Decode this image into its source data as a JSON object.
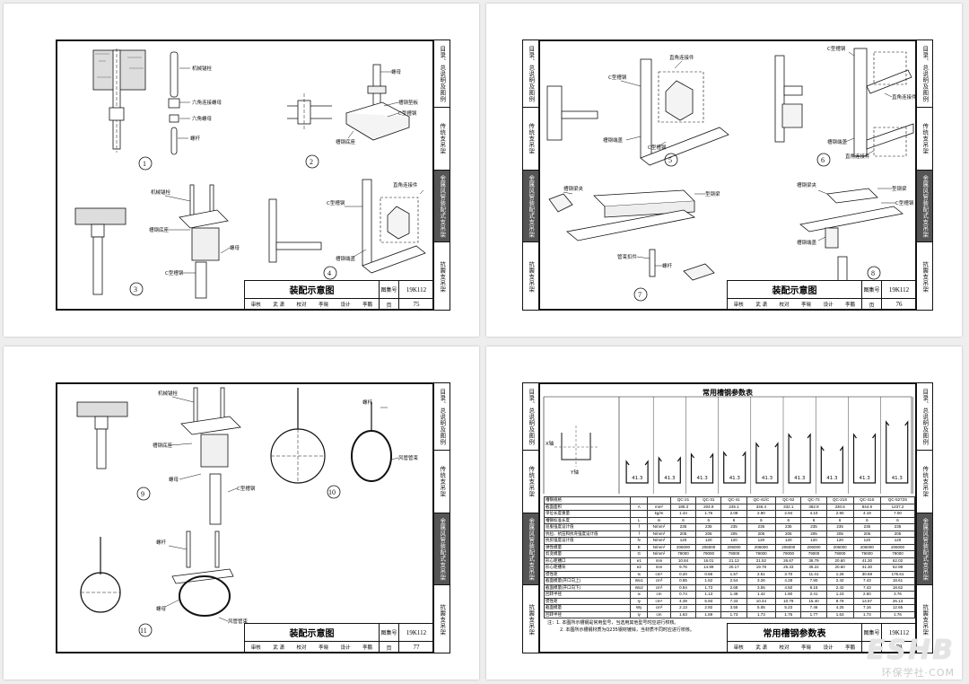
{
  "tabs": [
    "目录、总说明及图例",
    "传统支吊架",
    "金属风管装配式支吊架",
    "抗震支吊架"
  ],
  "pages": [
    {
      "title": "装配示意图",
      "atlas_label": "图集号",
      "atlas_no": "19K112",
      "page_label": "页",
      "page_no": "75",
      "signature": [
        "审核",
        "武 潇",
        "校对",
        "李晓",
        "设计",
        "李鹏"
      ],
      "labels": [
        "机械锚栓",
        "六角连接螺母",
        "六角螺母",
        "螺杆",
        "螺母",
        "槽钢垫板",
        "槽钢底座",
        "C型槽钢",
        "直角连接件",
        "C型槽钢",
        "槽钢端盖",
        "机械锚栓",
        "槽钢底座",
        "螺母",
        "C型槽钢"
      ],
      "numbers": [
        "1",
        "2",
        "3",
        "4"
      ]
    },
    {
      "title": "装配示意图",
      "atlas_label": "图集号",
      "atlas_no": "19K112",
      "page_label": "页",
      "page_no": "76",
      "signature": [
        "审核",
        "武 潇",
        "校对",
        "李晓",
        "设计",
        "李鹏"
      ],
      "labels": [
        "直角连接件",
        "C型槽钢",
        "槽钢端盖",
        "C型槽钢",
        "C型槽钢",
        "直角连接件",
        "槽钢端盖",
        "直角连接件",
        "槽钢梁夹",
        "型钢梁",
        "槽钢梁夹",
        "型钢梁",
        "C型槽钢",
        "管束扣件",
        "螺杆",
        "槽钢端盖"
      ],
      "numbers": [
        "5",
        "6",
        "7",
        "8"
      ]
    },
    {
      "title": "装配示意图",
      "atlas_label": "图集号",
      "atlas_no": "19K112",
      "page_label": "页",
      "page_no": "77",
      "signature": [
        "审核",
        "武 潇",
        "校对",
        "李晓",
        "设计",
        "李鹏"
      ],
      "labels": [
        "机械锚栓",
        "槽钢底座",
        "螺母",
        "C型槽钢",
        "螺杆",
        "风管管束",
        "螺杆",
        "螺母",
        "风管管束"
      ],
      "numbers": [
        "9",
        "10",
        "11"
      ]
    },
    {
      "title": "常用槽钢参数表",
      "atlas_label": "图集号",
      "atlas_no": "19K112",
      "page_label": "页",
      "page_no": "78",
      "signature": [
        "审核",
        "武 潇",
        "校对",
        "李晓",
        "设计",
        "李鹏"
      ],
      "table_title": "常用槽钢参数表",
      "columns": [
        "槽钢规格",
        "",
        "",
        "QC-21",
        "QC-31",
        "QC-41",
        "QC-41/C",
        "QC-52",
        "QC-72",
        "QC-21S",
        "QC-41S",
        "QC-5272S"
      ],
      "rows": [
        [
          "截面面积",
          "A",
          "mm²",
          "185.3",
          "204.9",
          "245.1",
          "346.4",
          "332.1",
          "482.8",
          "330.6",
          "844.9",
          "1237.2"
        ],
        [
          "单位长度重量",
          "",
          "kg/m",
          "1.44",
          "1.76",
          "2.08",
          "2.90",
          "2.94",
          "4.10",
          "2.90",
          "4.19",
          "7.00"
        ],
        [
          "槽钢标准长度",
          "L",
          "m",
          "6",
          "6",
          "6",
          "6",
          "6",
          "6",
          "6",
          "6",
          "6"
        ],
        [
          "屈服强度设计值",
          "f",
          "N/mm²",
          "235",
          "235",
          "235",
          "235",
          "235",
          "235",
          "235",
          "235",
          "235"
        ],
        [
          "抗拉、抗压和抗弯强度设计值",
          "f",
          "N/mm²",
          "205",
          "205",
          "205",
          "205",
          "205",
          "205",
          "205",
          "205",
          "205"
        ],
        [
          "抗剪强度设计值",
          "fv",
          "N/mm²",
          "120",
          "120",
          "120",
          "120",
          "120",
          "120",
          "120",
          "120",
          "120"
        ],
        [
          "弹性模量",
          "E",
          "N/mm²",
          "206000",
          "206000",
          "206000",
          "206000",
          "206000",
          "206000",
          "206000",
          "206000",
          "206000"
        ],
        [
          "剪变模量",
          "G",
          "N/mm²",
          "79000",
          "79000",
          "79000",
          "79000",
          "79000",
          "79000",
          "79000",
          "79000",
          "79000"
        ],
        [
          "形心距槽口",
          "e1",
          "mm",
          "10.84",
          "16.01",
          "21.13",
          "21.52",
          "26.67",
          "36.79",
          "20.60",
          "41.30",
          "62.02"
        ],
        [
          "形心距槽背",
          "e2",
          "mm",
          "9.76",
          "14.99",
          "20.17",
          "19.78",
          "25.33",
          "35.22",
          "20.60",
          "41.30",
          "62.98"
        ],
        [
          "惯性矩",
          "Ix",
          "cm⁴",
          "0.20",
          "0.66",
          "1.57",
          "2.51",
          "3.70",
          "11.41",
          "1.26",
          "30.69",
          "175.61"
        ],
        [
          "截面模量(开口向上)",
          "Wx1",
          "cm³",
          "0.85",
          "1.62",
          "2.54",
          "3.26",
          "4.28",
          "7.80",
          "2.42",
          "7.43",
          "18.61"
        ],
        [
          "截面模量(开口向下)",
          "Wx2",
          "cm³",
          "0.94",
          "1.73",
          "2.68",
          "3.55",
          "4.50",
          "8.15",
          "2.42",
          "7.43",
          "18.62"
        ],
        [
          "回转半径",
          "ix",
          "cm",
          "0.74",
          "1.13",
          "1.48",
          "1.42",
          "1.80",
          "2.41",
          "1.23",
          "2.50",
          "3.76"
        ],
        [
          "惯性矩",
          "Iy",
          "cm⁴",
          "4.39",
          "5.93",
          "7.33",
          "10.44",
          "10.79",
          "15.40",
          "8.78",
          "14.67",
          "26.13"
        ],
        [
          "截面模量",
          "Wy",
          "cm³",
          "2.13",
          "2.92",
          "3.55",
          "5.06",
          "5.23",
          "7.46",
          "4.25",
          "7.16",
          "12.65"
        ],
        [
          "回转半径",
          "iy",
          "cm",
          "1.63",
          "1.69",
          "1.73",
          "1.73",
          "1.75",
          "1.77",
          "1.63",
          "1.73",
          "1.76"
        ]
      ],
      "axis_labels": [
        "X轴",
        "Y轴"
      ],
      "dims": [
        "41.3",
        "41.3",
        "41.3",
        "41.3",
        "41.3",
        "41.3",
        "41.3",
        "41.3",
        "41.3"
      ],
      "notes": [
        "注：1. 本图所示槽钢是常用型号，当选用其他型号时应进行校核。",
        "2. 本图所示槽钢材质为Q235钢材镀锌，当材质不同时应进行校核。"
      ]
    }
  ],
  "watermark": {
    "main": "ESHB",
    "sub": "环保学社·COM"
  }
}
